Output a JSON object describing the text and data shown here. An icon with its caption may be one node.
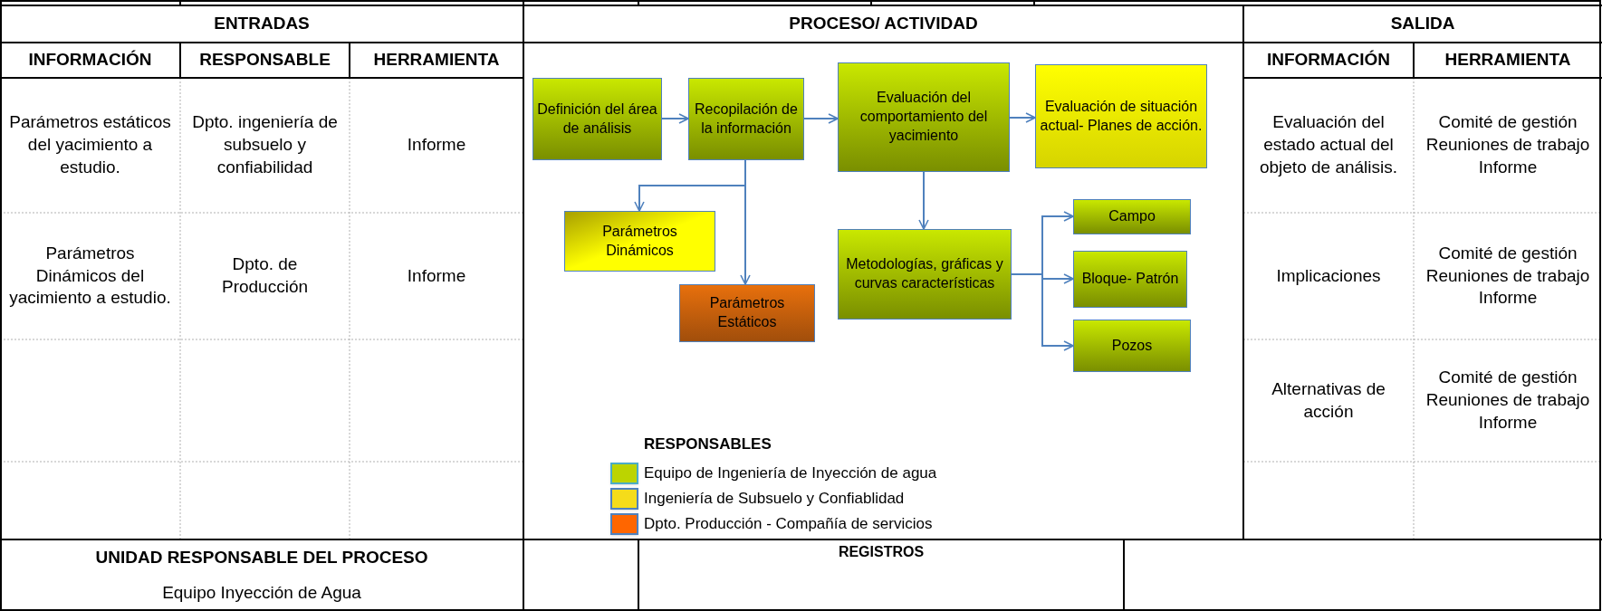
{
  "diagram": {
    "nodes": [
      {
        "text": [
          "Definición del área de análisis"
        ]
      },
      {
        "text": [
          "Recopilación de la información"
        ]
      },
      {
        "text": [
          "Evaluación del comportamiento del yacimiento"
        ]
      },
      {
        "text": [
          "Evaluación de situación actual- Planes de acción."
        ]
      },
      {
        "text": [
          "Parámetros Dinámicos"
        ]
      },
      {
        "text": [
          "Parámetros Estáticos"
        ]
      },
      {
        "text": [
          "Metodologías, gráficas y curvas características"
        ]
      },
      {
        "text": [
          "Campo"
        ]
      },
      {
        "text": [
          "Bloque- Patrón"
        ]
      },
      {
        "text": [
          "Pozos"
        ]
      }
    ],
    "edges": [
      {
        "from": 0,
        "to": 1,
        "arrow": "to"
      },
      {
        "from": 1,
        "to": 2,
        "arrow": "to"
      },
      {
        "from": 2,
        "to": 3,
        "arrow": "to"
      },
      {
        "from": 1,
        "to": 4,
        "arrow": "to"
      },
      {
        "from": 1,
        "to": 5,
        "arrow": "to"
      },
      {
        "from": 2,
        "to": 6,
        "arrow": "to"
      },
      {
        "from": 6,
        "to": 7,
        "arrow": "to"
      },
      {
        "from": 6,
        "to": 8,
        "arrow": "to"
      },
      {
        "from": 6,
        "to": 9,
        "arrow": "to"
      }
    ],
    "labels": [
      "ENTRADAS",
      "PROCESO/ ACTIVIDAD",
      "SALIDA",
      "INFORMACIÓN",
      "RESPONSABLE",
      "HERRAMIENTA",
      "INFORMACIÓN",
      "HERRAMIENTA",
      "Parámetros estáticos del yacimiento a estudio.",
      "Dpto. ingeniería de subsuelo y confiabilidad",
      "Informe",
      "Evaluación del estado actual del objeto de análisis.",
      "Comité de gestión Reuniones de trabajo Informe",
      "Parámetros Dinámicos del yacimiento a estudio.",
      "Dpto. de Producción",
      "Informe",
      "Implicaciones",
      "Comité de gestión Reuniones de trabajo Informe",
      "Alternativas de acción",
      "Comité de gestión Reuniones de trabajo Informe",
      "RESPONSABLES",
      "UNIDAD RESPONSABLE DEL PROCESO",
      "Equipo Inyección de Agua",
      "REGISTROS"
    ],
    "legend": [
      {
        "text": "Equipo de Ingeniería de Inyección de agua",
        "color": "#bcd400"
      },
      {
        "text": "Ingeniería de Subsuelo y Confiablidad",
        "color": "#f5dc1a"
      },
      {
        "text": "Dpto. Producción - Compañía de servicios",
        "color": "#ff6600"
      }
    ]
  }
}
